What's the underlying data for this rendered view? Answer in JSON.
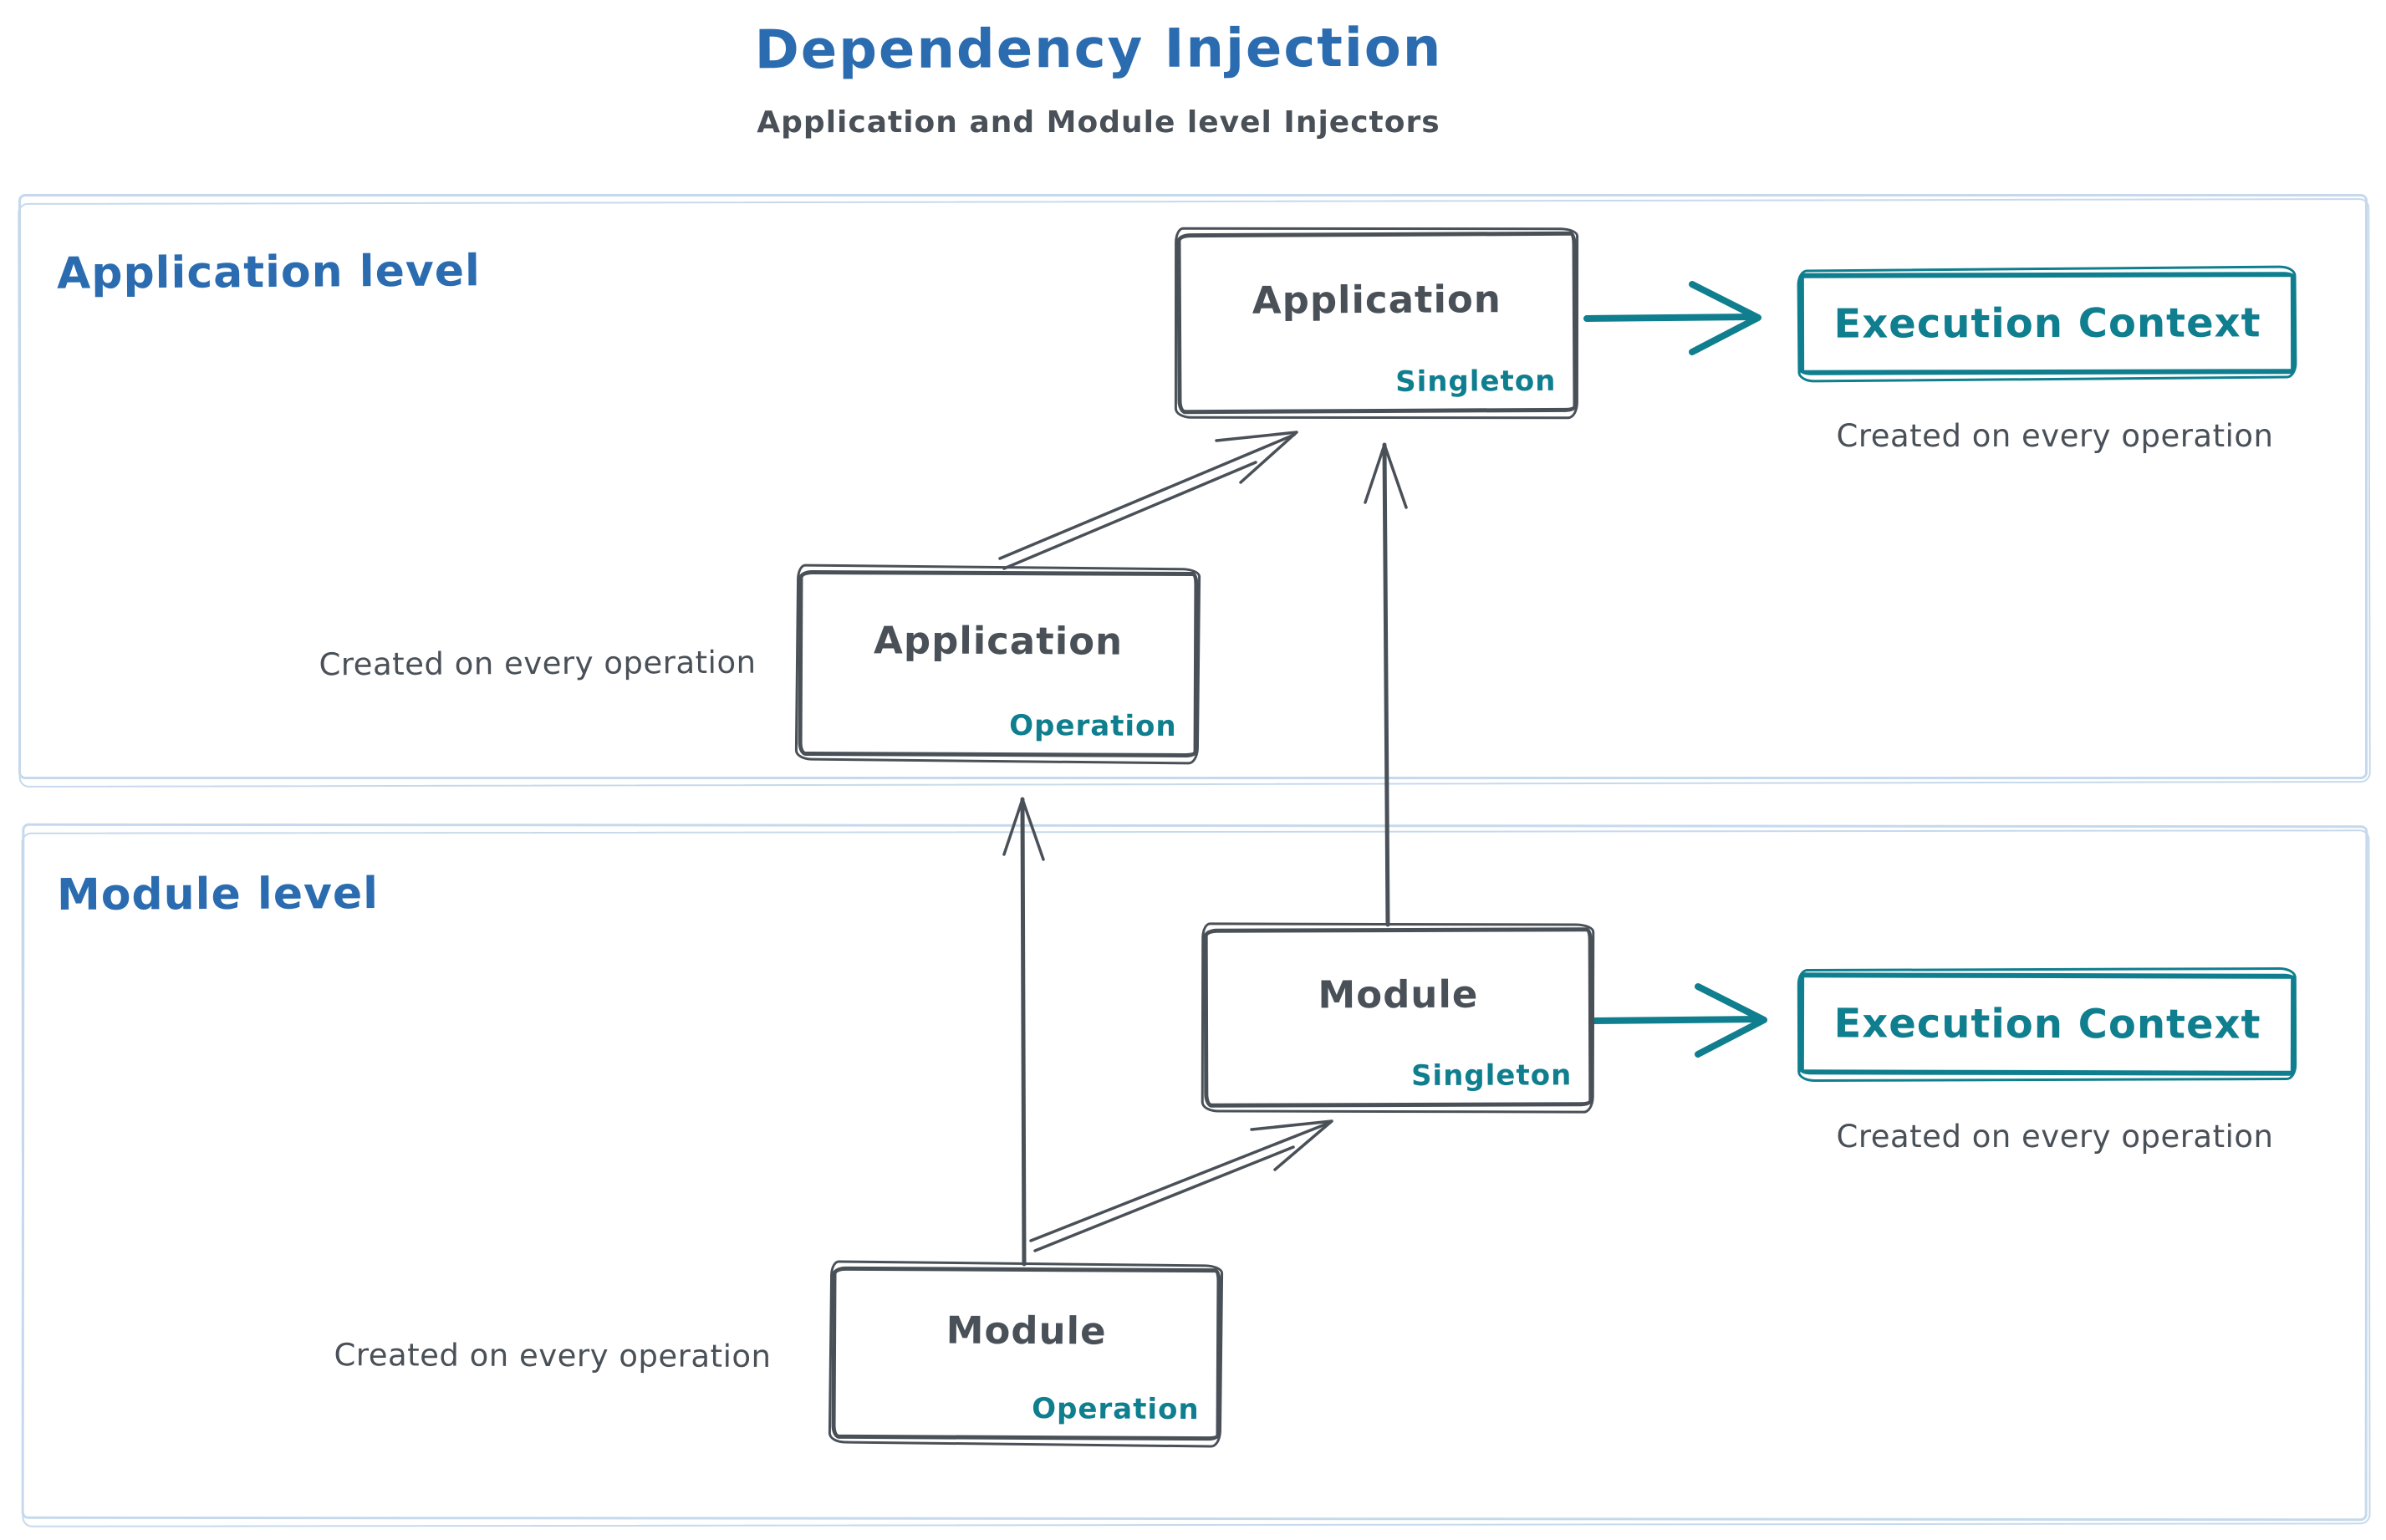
{
  "title": "Dependency Injection",
  "subtitle": "Application and Module level Injectors",
  "colors": {
    "accent_blue": "#2b6cb0",
    "ink_gray": "#495057",
    "teal": "#0f7e8e",
    "container_frame_blue": "#c6d9ec"
  },
  "sections": {
    "application": {
      "label": "Application level"
    },
    "module": {
      "label": "Module level"
    }
  },
  "nodes": {
    "app_singleton": {
      "label": "Application",
      "sublabel": "Singleton"
    },
    "app_operation": {
      "label": "Application",
      "sublabel": "Operation"
    },
    "module_singleton": {
      "label": "Module",
      "sublabel": "Singleton"
    },
    "module_operation": {
      "label": "Module",
      "sublabel": "Operation"
    },
    "exec_context_app": {
      "label": "Execution Context"
    },
    "exec_context_module": {
      "label": "Execution Context"
    }
  },
  "notes": {
    "exec_context_app": "Created on every operation",
    "exec_context_module": "Created on every operation",
    "app_operation": "Created on every operation",
    "module_operation": "Created on every operation"
  }
}
